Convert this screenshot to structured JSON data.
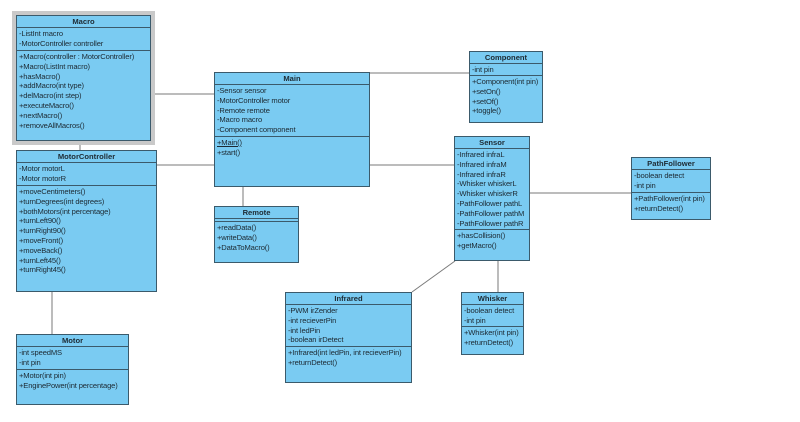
{
  "diagram": {
    "selected_class": "Macro",
    "colors": {
      "class_fill": "#7acbf2",
      "border": "#3b5a6b",
      "link": "#7a7a7a",
      "selection": "#c9c9c9"
    },
    "classes": [
      {
        "id": "macro",
        "name": "Macro",
        "attributes": [
          "-ListInt macro",
          "-MotorController controller"
        ],
        "operations": [
          "+Macro(controller : MotorController)",
          "+Macro(ListInt macro)",
          "+hasMacro()",
          "+addMacro(int type)",
          "+delMacro(int step)",
          "+executeMacro()",
          "+nextMacro()",
          "+removeAllMacros()"
        ]
      },
      {
        "id": "motorcontroller",
        "name": "MotorController",
        "attributes": [
          "-Motor motorL",
          "-Motor motorR"
        ],
        "operations": [
          "+moveCentimeters()",
          "+turnDegrees(int degrees)",
          "+bothMotors(int percentage)",
          "+turnLeft90()",
          "+turnRight90()",
          "+moveFront()",
          "+moveBack()",
          "+turnLeft45()",
          "+turnRight45()"
        ]
      },
      {
        "id": "main",
        "name": "Main",
        "attributes": [
          "-Sensor sensor",
          "-MotorController motor",
          "-Remote remote",
          "-Macro macro",
          "-Component component"
        ],
        "operations": [
          "+Main()",
          "+start()"
        ],
        "static_operations": [
          "+Main()"
        ]
      },
      {
        "id": "remote",
        "name": "Remote",
        "attributes": [],
        "operations": [
          "+readData()",
          "+writeData()",
          "+DataToMacro()"
        ]
      },
      {
        "id": "component",
        "name": "Component",
        "attributes": [
          "-int pin"
        ],
        "operations": [
          "+Component(int pin)",
          "+setOn()",
          "+setOf()",
          "+toggle()"
        ]
      },
      {
        "id": "sensor",
        "name": "Sensor",
        "attributes": [
          "-Infrared infraL",
          "-Infrared infraM",
          "-Infrared infraR",
          "-Whisker whiskerL",
          "-Whisker whiskerR",
          "-PathFollower pathL",
          "-PathFollower pathM",
          "-PathFollower pathR"
        ],
        "operations": [
          "+hasCollision()",
          "+getMacro()"
        ]
      },
      {
        "id": "pathfollower",
        "name": "PathFollower",
        "attributes": [
          "-boolean detect",
          "-int pin"
        ],
        "operations": [
          "+PathFollower(int pin)",
          "+returnDetect()"
        ]
      },
      {
        "id": "infrared",
        "name": "Infrared",
        "attributes": [
          "-PWM irZender",
          "-int recieverPin",
          "-int ledPin",
          "-boolean irDetect"
        ],
        "operations": [
          "+Infrared(int ledPin, int recieverPin)",
          "+returnDetect()"
        ]
      },
      {
        "id": "whisker",
        "name": "Whisker",
        "attributes": [
          "-boolean detect",
          "-int pin"
        ],
        "operations": [
          "+Whisker(int pin)",
          "+returnDetect()"
        ]
      },
      {
        "id": "motor",
        "name": "Motor",
        "attributes": [
          "-int speedMS",
          "-int pin"
        ],
        "operations": [
          "+Motor(int pin)",
          "+EnginePower(int percentage)"
        ]
      }
    ],
    "associations": [
      [
        "macro",
        "main"
      ],
      [
        "motorcontroller",
        "main"
      ],
      [
        "macro",
        "motorcontroller"
      ],
      [
        "main",
        "remote"
      ],
      [
        "main",
        "component"
      ],
      [
        "main",
        "sensor"
      ],
      [
        "sensor",
        "pathfollower"
      ],
      [
        "sensor",
        "infrared"
      ],
      [
        "sensor",
        "whisker"
      ],
      [
        "motorcontroller",
        "motor"
      ]
    ]
  }
}
